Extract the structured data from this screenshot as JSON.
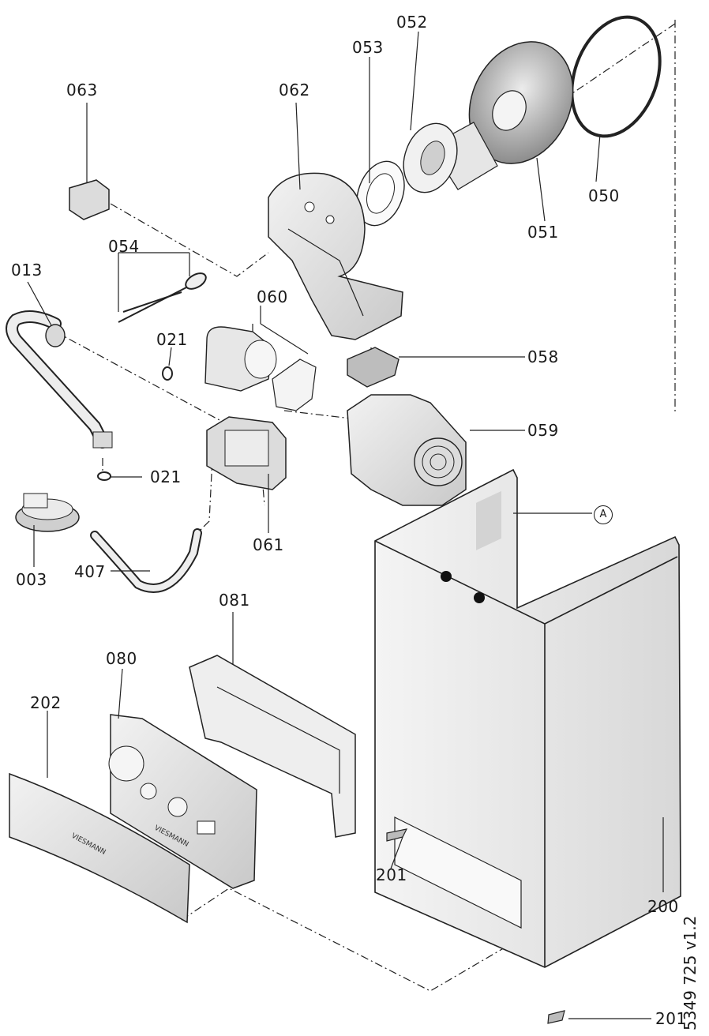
{
  "parts": {
    "p003": "003",
    "p013": "013",
    "p021a": "021",
    "p021b": "021",
    "p050": "050",
    "p051": "051",
    "p052": "052",
    "p053": "053",
    "p054": "054",
    "p058": "058",
    "p059": "059",
    "p060": "060",
    "p061": "061",
    "p062": "062",
    "p063": "063",
    "p080": "080",
    "p081": "081",
    "p200": "200",
    "p201a": "201",
    "p201b": "201",
    "p202": "202",
    "p407": "407"
  },
  "marker_a": "A",
  "doc_version": "5349 725 v1.2",
  "brand_text": "VIESMANN"
}
